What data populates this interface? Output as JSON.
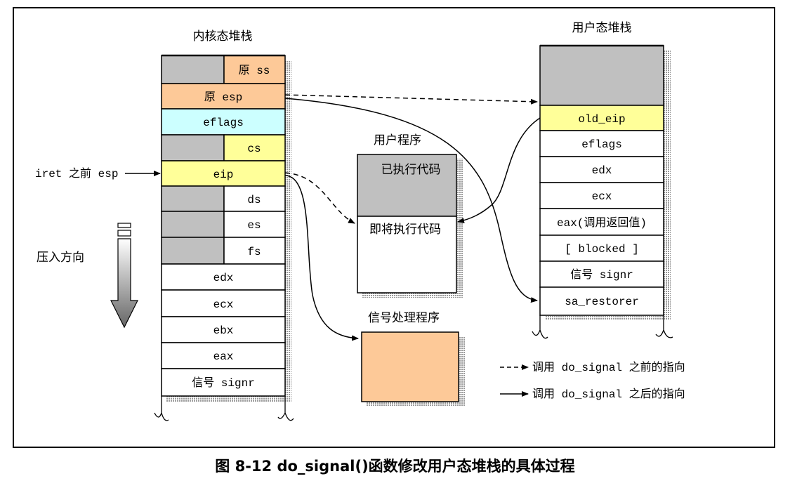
{
  "kernel_stack": {
    "title": "内核态堆栈",
    "cells": [
      "原 ss",
      "原 esp",
      "eflags",
      "cs",
      "eip",
      "ds",
      "es",
      "fs",
      "edx",
      "ecx",
      "ebx",
      "eax",
      "信号 signr"
    ]
  },
  "user_stack": {
    "title": "用户态堆栈",
    "cells": [
      "old_eip",
      "eflags",
      "edx",
      "ecx",
      "eax(调用返回值)",
      "[ blocked ]",
      "信号 signr",
      "sa_restorer"
    ]
  },
  "user_program": {
    "title": "用户程序",
    "executed": "已执行代码",
    "to_execute": "即将执行代码"
  },
  "signal_handler": {
    "title": "信号处理程序"
  },
  "labels": {
    "iret_esp": "iret 之前 esp",
    "push_direction": "压入方向"
  },
  "legend": {
    "before": "调用 do_signal 之前的指向",
    "after": "调用 do_signal 之后的指向"
  },
  "caption": "图 8-12 do_signal()函数修改用户态堆栈的具体过程",
  "colors": {
    "orange": "#fdc998",
    "yellow": "#ffff99",
    "cyan": "#ccffff",
    "gray": "#c0c0c0"
  }
}
